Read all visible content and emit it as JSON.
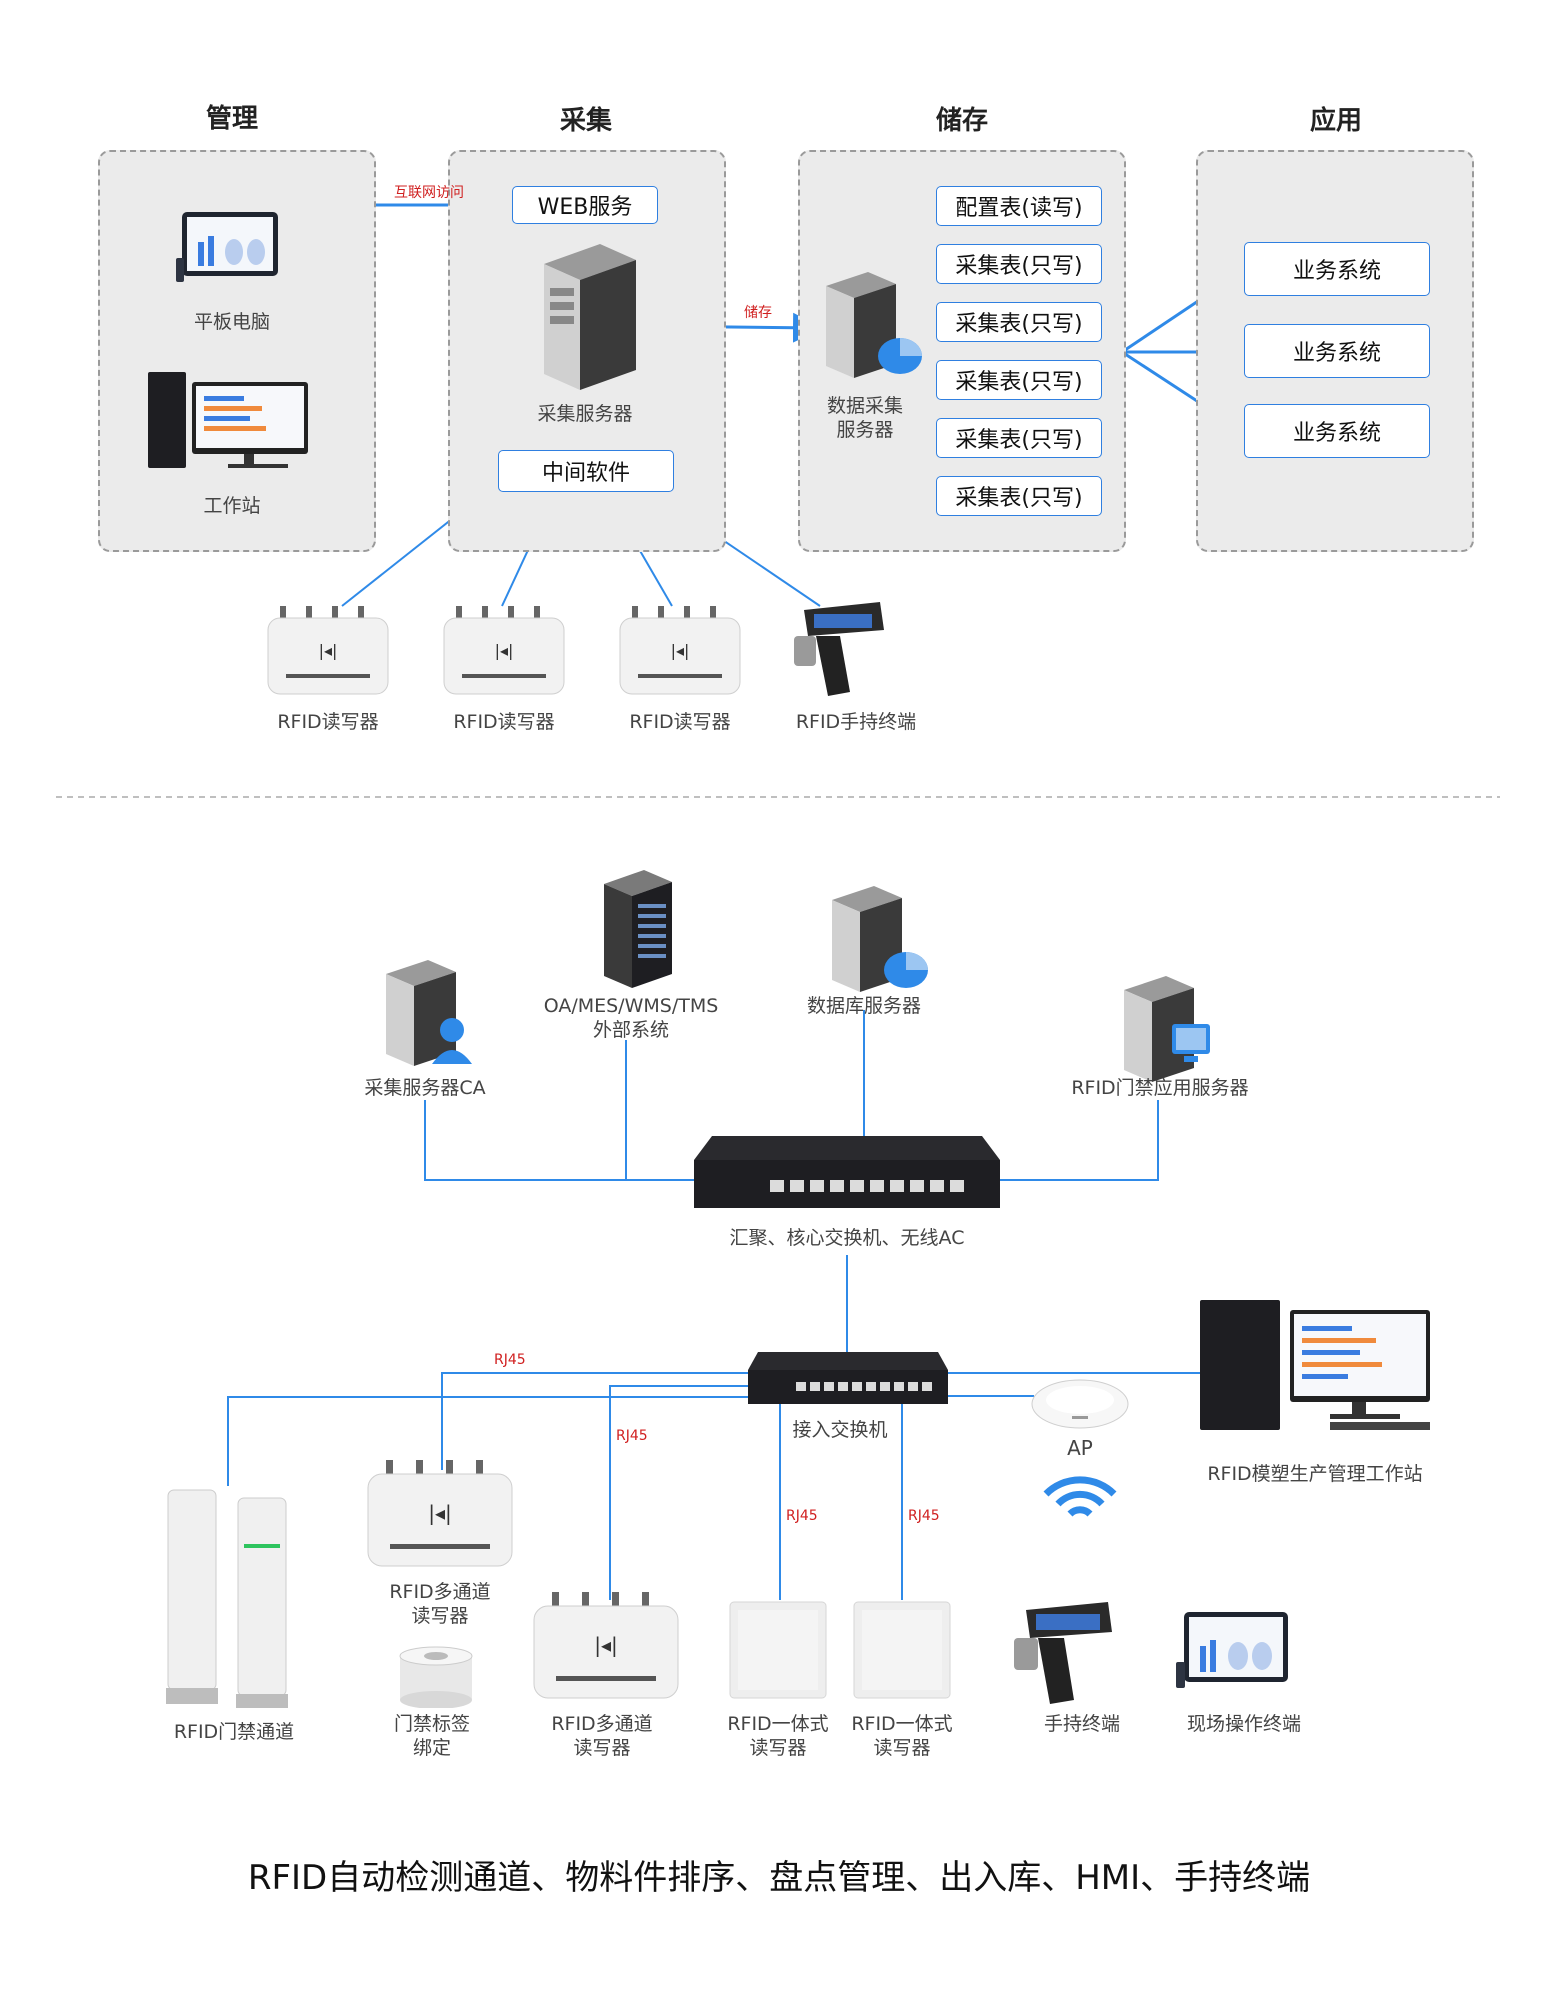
{
  "top": {
    "columns": [
      "管理",
      "采集",
      "储存",
      "应用"
    ],
    "manage": {
      "tablet": "平板电脑",
      "workstation": "工作站"
    },
    "collect": {
      "web": "WEB服务",
      "server": "采集服务器",
      "middleware": "中间软件",
      "link_label": "互联网访问",
      "store_label": "储存"
    },
    "store": {
      "server": "数据采集\n服务器",
      "tables": [
        "配置表(读写)",
        "采集表(只写)",
        "采集表(只写)",
        "采集表(只写)",
        "采集表(只写)",
        "采集表(只写)"
      ]
    },
    "apply": {
      "systems": [
        "业务系统",
        "业务系统",
        "业务系统"
      ]
    },
    "devices": [
      "RFID读写器",
      "RFID读写器",
      "RFID读写器",
      "RFID手持终端"
    ]
  },
  "bottom": {
    "servers": {
      "ca": "采集服务器CA",
      "external": "OA/MES/WMS/TMS\n外部系统",
      "db": "数据库服务器",
      "gate_app": "RFID门禁应用服务器"
    },
    "core_switch": "汇聚、核心交换机、无线AC",
    "access_switch": "接入交换机",
    "rj45": "RJ45",
    "ap": "AP",
    "workstation": "RFID模塑生产管理工作站",
    "devices": {
      "gate": "RFID门禁通道",
      "multi1": "RFID多通道\n读写器",
      "tag": "门禁标签\n绑定",
      "multi2": "RFID多通道\n读写器",
      "integrated1": "RFID一体式\n读写器",
      "integrated2": "RFID一体式\n读写器",
      "handheld": "手持终端",
      "onsite": "现场操作终端"
    }
  },
  "caption": "RFID自动检测通道、物料件排序、盘点管理、出入库、HMI、手持终端"
}
